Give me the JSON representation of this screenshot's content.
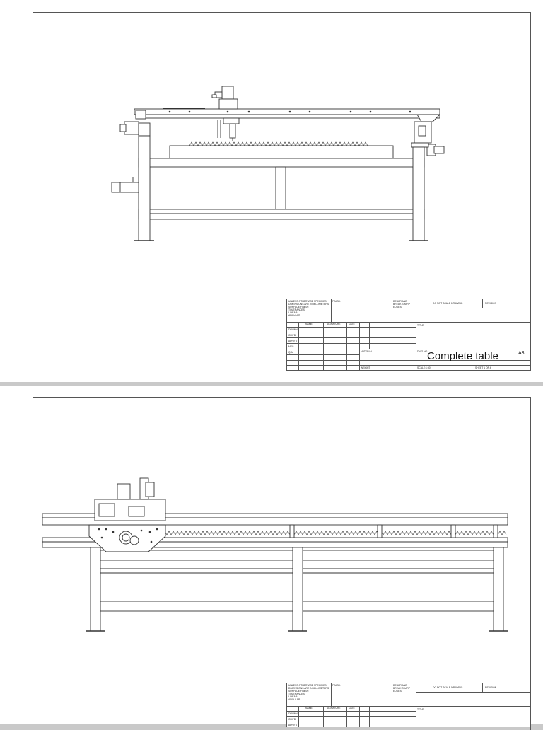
{
  "page1": {
    "titleblock": {
      "notes": "UNLESS OTHERWISE SPECIFIED:\nDIMENSIONS ARE IN MILLIMETERS\nSURFACE FINISH:\nTOLERANCES:\n  LINEAR:\n  ANGULAR:",
      "finish": "FINISH:",
      "deburr": "DEBUR AND\nBREAK SHARP\nEDGES",
      "do_not_scale": "DO NOT SCALE DRAWING",
      "revision": "REVISION",
      "col_name": "NAME",
      "col_signature": "SIGNATURE",
      "col_date": "DATE",
      "rows": [
        "DRAWN",
        "CHK'D",
        "APPV'D",
        "MFG",
        "Q.A"
      ],
      "title_label": "TITLE:",
      "material": "MATERIAL:",
      "dwg_no": "DWG NO.",
      "drawing_title": "Complete table",
      "size": "A3",
      "weight": "WEIGHT:",
      "scale": "SCALE:1:50",
      "sheet": "SHEET 1 OF 4"
    }
  },
  "page2": {
    "titleblock": {
      "notes": "UNLESS OTHERWISE SPECIFIED:\nDIMENSIONS ARE IN MILLIMETERS\nSURFACE FINISH:\nTOLERANCES:\n  LINEAR:\n  ANGULAR:",
      "finish": "FINISH:",
      "deburr": "DEBUR AND\nBREAK SHARP\nEDGES",
      "do_not_scale": "DO NOT SCALE DRAWING",
      "revision": "REVISION",
      "col_name": "NAME",
      "col_signature": "SIGNATURE",
      "col_date": "DATE",
      "rows": [
        "DRAWN",
        "CHK'D",
        "APPV'D"
      ],
      "title_label": "TITLE:"
    }
  }
}
